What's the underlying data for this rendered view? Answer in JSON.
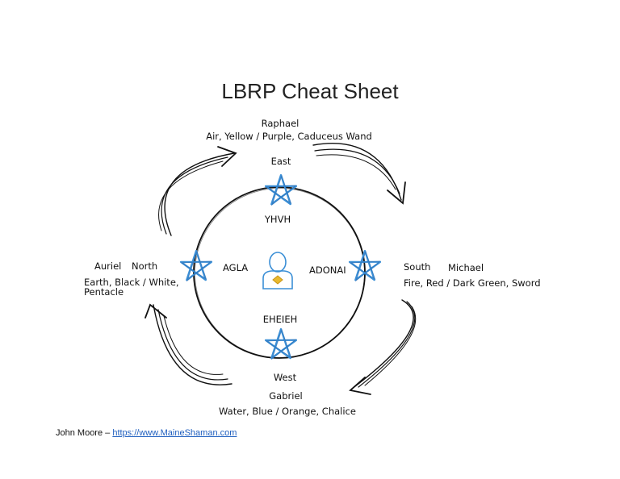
{
  "title": "LBRP Cheat Sheet",
  "east": {
    "archangel": "Raphael",
    "attributes": "Air, Yellow / Purple, Caduceus Wand",
    "direction": "East",
    "name": "YHVH"
  },
  "south": {
    "direction": "South",
    "archangel": "Michael",
    "attributes": "Fire, Red / Dark Green, Sword",
    "name": "ADONAI"
  },
  "west": {
    "name": "EHEIEH",
    "direction": "West",
    "archangel": "Gabriel",
    "attributes": "Water, Blue / Orange, Chalice"
  },
  "north": {
    "archangel": "Auriel",
    "direction": "North",
    "attributes_line1": "Earth, Black / White,",
    "attributes_line2": "Pentacle",
    "name": "AGLA"
  },
  "footer": {
    "author": "John Moore – ",
    "link": "https://www.MaineShaman.com"
  },
  "colors": {
    "pentagram": "#3b8fd6",
    "person": "#3b8fd6",
    "medallion": "#e8b92f"
  },
  "icons": {
    "pentagram": "pentagram-icon",
    "person": "person-icon",
    "arrow": "curved-arrow-icon"
  }
}
